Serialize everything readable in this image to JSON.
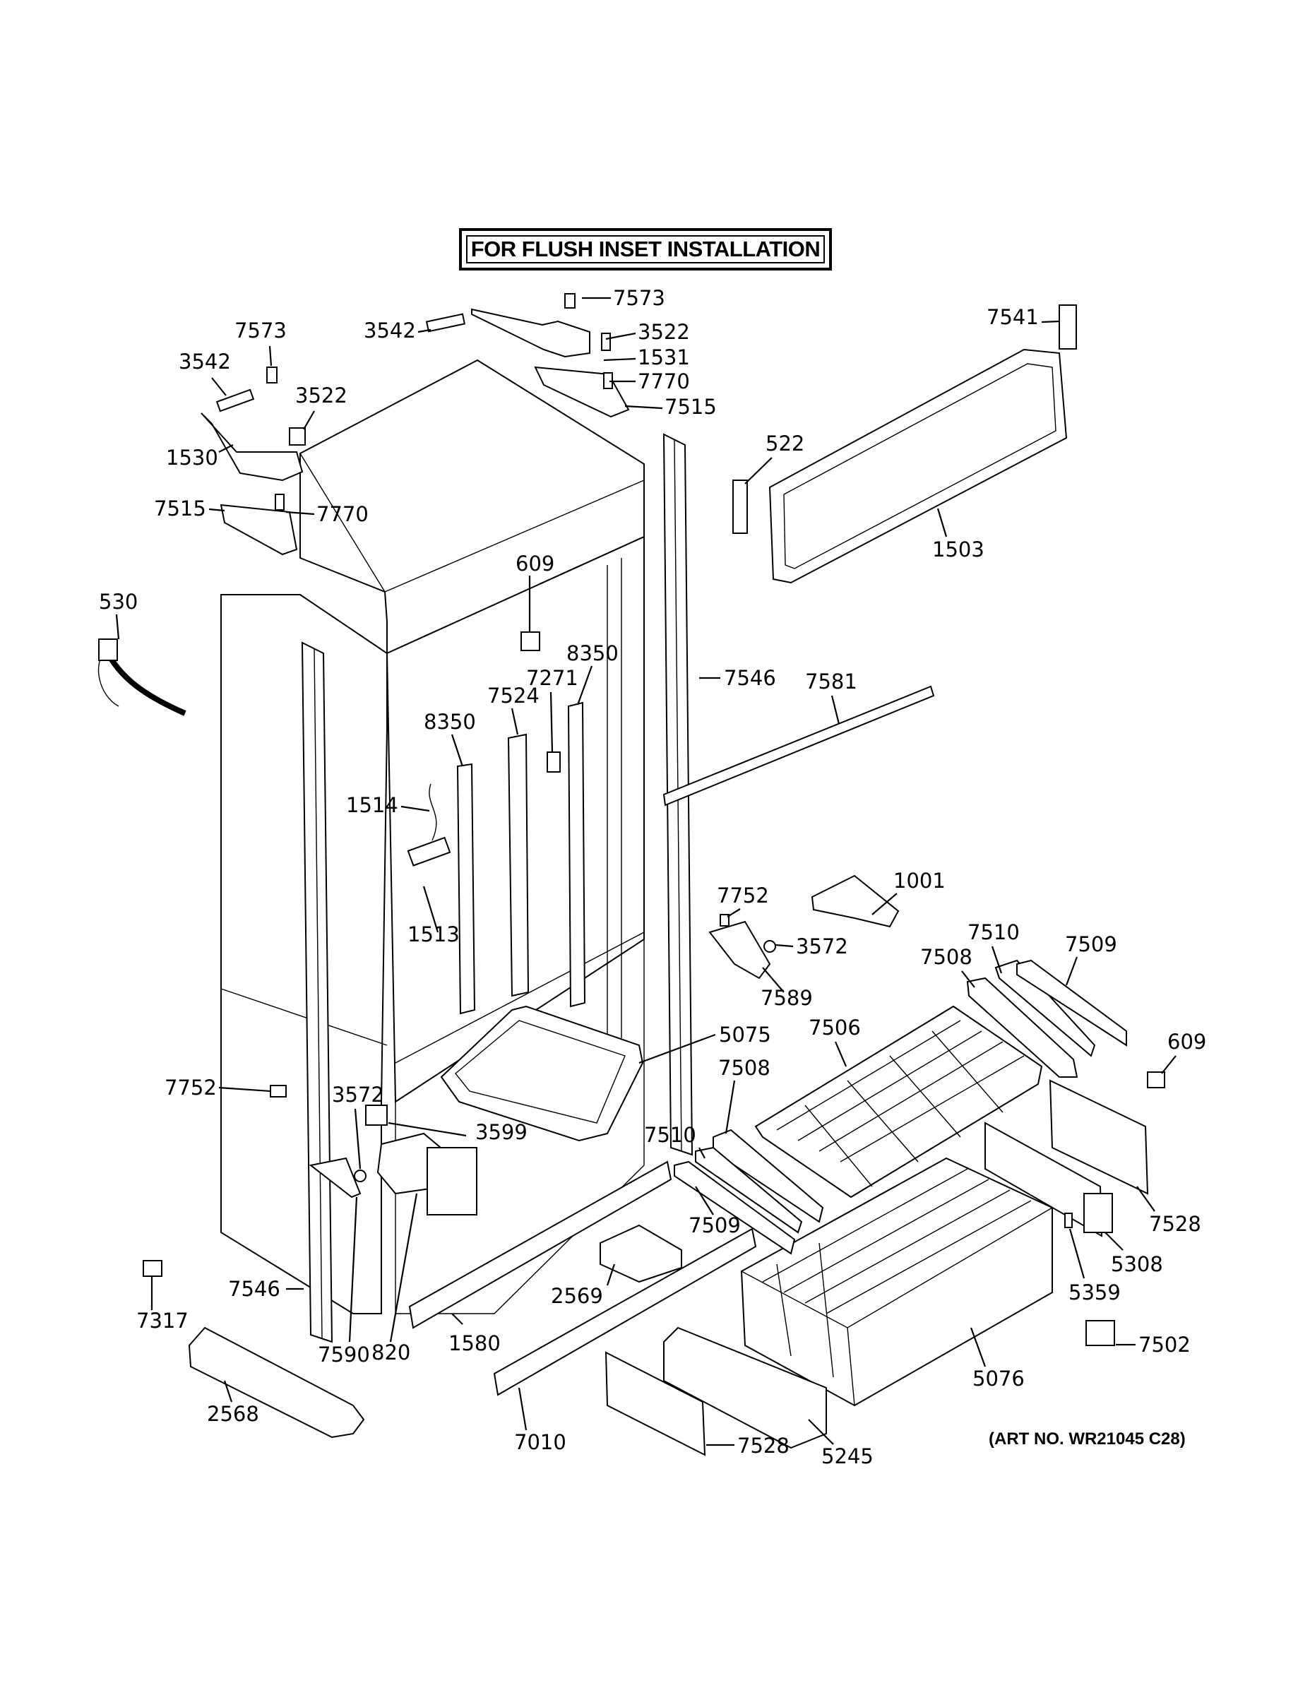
{
  "header": {
    "title": "FOR FLUSH INSET INSTALLATION"
  },
  "footer": {
    "art_number": "(ART NO. WR21045 C28)"
  },
  "callouts": [
    {
      "id": "c0",
      "label": "7573"
    },
    {
      "id": "c1",
      "label": "3542"
    },
    {
      "id": "c2",
      "label": "3522"
    },
    {
      "id": "c3",
      "label": "1531"
    },
    {
      "id": "c4",
      "label": "7770"
    },
    {
      "id": "c5",
      "label": "7515"
    },
    {
      "id": "c6",
      "label": "7541"
    },
    {
      "id": "c7",
      "label": "7573"
    },
    {
      "id": "c8",
      "label": "3542"
    },
    {
      "id": "c9",
      "label": "3522"
    },
    {
      "id": "c10",
      "label": "1530"
    },
    {
      "id": "c11",
      "label": "7515"
    },
    {
      "id": "c12",
      "label": "7770"
    },
    {
      "id": "c13",
      "label": "522"
    },
    {
      "id": "c14",
      "label": "1503"
    },
    {
      "id": "c15",
      "label": "609"
    },
    {
      "id": "c16",
      "label": "530"
    },
    {
      "id": "c17",
      "label": "8350"
    },
    {
      "id": "c18",
      "label": "7271"
    },
    {
      "id": "c19",
      "label": "7524"
    },
    {
      "id": "c20",
      "label": "8350"
    },
    {
      "id": "c21",
      "label": "7546"
    },
    {
      "id": "c22",
      "label": "7581"
    },
    {
      "id": "c23",
      "label": "1514"
    },
    {
      "id": "c24",
      "label": "1513"
    },
    {
      "id": "c25",
      "label": "7752"
    },
    {
      "id": "c26",
      "label": "1001"
    },
    {
      "id": "c27",
      "label": "3572"
    },
    {
      "id": "c28",
      "label": "7589"
    },
    {
      "id": "c29",
      "label": "7510"
    },
    {
      "id": "c30",
      "label": "7508"
    },
    {
      "id": "c31",
      "label": "7509"
    },
    {
      "id": "c32",
      "label": "5075"
    },
    {
      "id": "c33",
      "label": "7506"
    },
    {
      "id": "c34",
      "label": "609"
    },
    {
      "id": "c35",
      "label": "7508"
    },
    {
      "id": "c36",
      "label": "7752"
    },
    {
      "id": "c37",
      "label": "3572"
    },
    {
      "id": "c38",
      "label": "3599"
    },
    {
      "id": "c39",
      "label": "7510"
    },
    {
      "id": "c40",
      "label": "7509"
    },
    {
      "id": "c41",
      "label": "7528"
    },
    {
      "id": "c42",
      "label": "5308"
    },
    {
      "id": "c43",
      "label": "2569"
    },
    {
      "id": "c44",
      "label": "5359"
    },
    {
      "id": "c45",
      "label": "7546"
    },
    {
      "id": "c46",
      "label": "7317"
    },
    {
      "id": "c47",
      "label": "7590"
    },
    {
      "id": "c48",
      "label": "820"
    },
    {
      "id": "c49",
      "label": "1580"
    },
    {
      "id": "c50",
      "label": "7502"
    },
    {
      "id": "c51",
      "label": "5076"
    },
    {
      "id": "c52",
      "label": "2568"
    },
    {
      "id": "c53",
      "label": "7010"
    },
    {
      "id": "c54",
      "label": "7528"
    },
    {
      "id": "c55",
      "label": "5245"
    }
  ]
}
